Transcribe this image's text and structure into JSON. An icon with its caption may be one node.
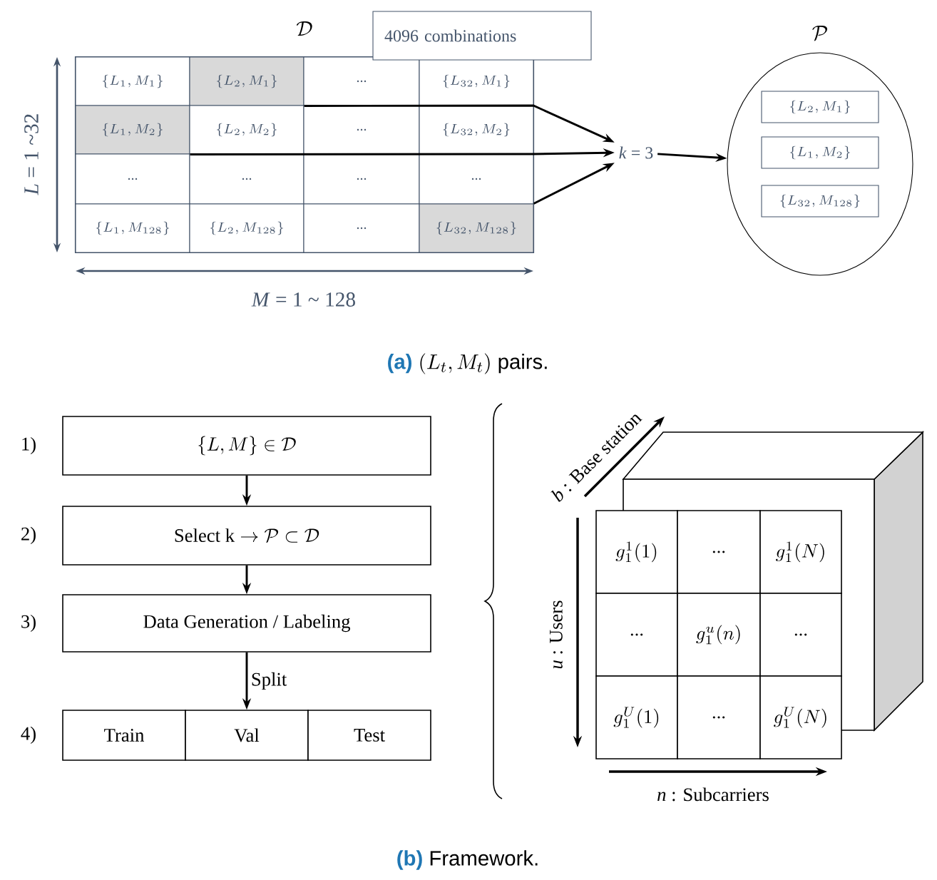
{
  "diagram": {
    "nodes": [
      {
        "text": [
          "\\mathcal{D}"
        ]
      },
      {
        "text": [
          "\\{L_{1}, M_{1}\\}"
        ],
        "in": 0
      },
      {
        "text": [
          "\\{L_{2}, M_{1}\\}"
        ],
        "in": 0
      },
      {
        "text": [
          "..."
        ],
        "in": 0
      },
      {
        "text": [
          "\\{L_{32}, M_{1}\\}"
        ],
        "in": 0
      },
      {
        "text": [
          "\\{L_{1}, M_{2}\\}"
        ],
        "in": 0
      },
      {
        "text": [
          "\\{L_{2}, M_{2}\\}"
        ],
        "in": 0
      },
      {
        "text": [
          "..."
        ],
        "in": 0
      },
      {
        "text": [
          "\\{L_{32}, M_{2}\\}"
        ],
        "in": 0
      },
      {
        "text": [
          "..."
        ],
        "in": 0
      },
      {
        "text": [
          "..."
        ],
        "in": 0
      },
      {
        "text": [
          "..."
        ],
        "in": 0
      },
      {
        "text": [
          "..."
        ],
        "in": 0
      },
      {
        "text": [
          "\\{L_{1}, M_{128}\\}"
        ],
        "in": 0
      },
      {
        "text": [
          "\\{L_{2}, M_{128}\\}"
        ],
        "in": 0
      },
      {
        "text": [
          "..."
        ],
        "in": 0
      },
      {
        "text": [
          "\\{L_{32}, M_{128}\\}"
        ],
        "in": 0
      },
      {
        "text": [
          "4096 combinations"
        ]
      },
      {
        "text": [
          "*k* = 3"
        ]
      },
      {
        "text": [
          "\\mathcal{P}"
        ]
      },
      {
        "text": [
          "\\{L_{2}, M_{1}\\}"
        ],
        "in": 19
      },
      {
        "text": [
          "\\{L_{1}, M_{2}\\}"
        ],
        "in": 19
      },
      {
        "text": [
          "\\{L_{32}, M_{128}\\}"
        ],
        "in": 19
      },
      {
        "text": [
          "\\{L, M\\} \\in \\mathcal{D}"
        ],
        "beside": [
          "1)"
        ]
      },
      {
        "text": [
          "\\textrm{Select k} \\rightarrow \\mathcal{P} \\subset \\mathcal{D}"
        ],
        "beside": [
          "2)"
        ]
      },
      {
        "text": [
          "Data Generation / Labeling"
        ],
        "beside": [
          "3)"
        ]
      },
      {
        "text": [
          "Train"
        ],
        "beside": [
          "4)"
        ]
      },
      {
        "text": [
          "Val"
        ]
      },
      {
        "text": [
          "Test"
        ]
      }
    ],
    "edges": [
      {
        "from": 2,
        "to": 18,
        "arrow": "to"
      },
      {
        "from": 5,
        "to": 18,
        "arrow": "to"
      },
      {
        "from": 16,
        "to": 18,
        "arrow": "to"
      },
      {
        "from": 18,
        "to": 19,
        "arrow": "to"
      },
      {
        "from": 23,
        "to": 24,
        "arrow": "to"
      },
      {
        "from": 24,
        "to": 25,
        "arrow": "to"
      },
      {
        "from": 25,
        "to": 27,
        "arrow": "to",
        "label": "Split"
      }
    ],
    "labels": [
      "*L* = 1 ~32",
      "*M* = 1 ~ 128",
      "(a)",
      "(L_{t}, M_{t})",
      "pairs.",
      "*b* : Base station",
      "g_{1}^{1}(1)",
      "...",
      "g_{1}^{1}(N)",
      "...",
      "g_{1}^{u}(n)",
      "...",
      "g_{1}^{U}(1)",
      "...",
      "g_{1}^{U}(N)",
      "*u* : Users",
      "*n* : Subcarriers",
      "(b)",
      "Framework."
    ]
  }
}
